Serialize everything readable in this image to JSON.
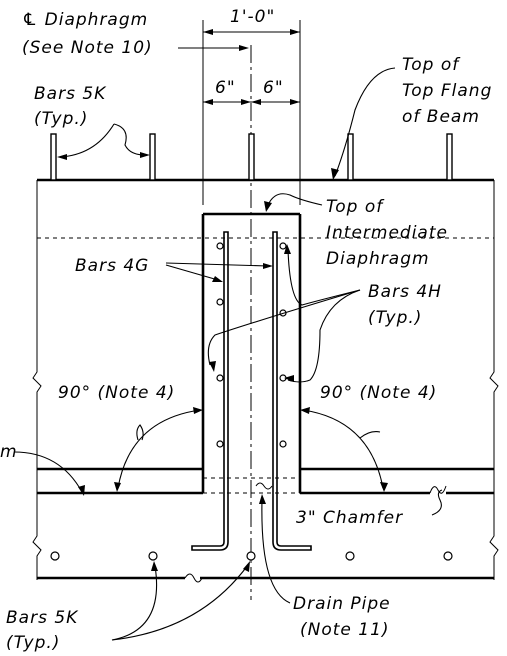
{
  "labels": {
    "cl_diaphragm": "℄ Diaphragm",
    "see_note_10": "(See Note 10)",
    "dim_overall": "1'-0\"",
    "dim_left": "6\"",
    "dim_right": "6\"",
    "top_of_top_flange_1": "Top of",
    "top_of_top_flange_2": "Top Flang",
    "top_of_top_flange_3": "of Beam",
    "bars_5k_top_1": "Bars 5K",
    "bars_5k_top_2": "(Typ.)",
    "top_of_diaphragm_1": "Top of",
    "top_of_diaphragm_2": "Intermediate",
    "top_of_diaphragm_3": "Diaphragm",
    "bars_4g": "Bars 4G",
    "bars_4h_1": "Bars 4H",
    "bars_4h_2": "(Typ.)",
    "angle_left": "90° (Note 4)",
    "angle_right": "90° (Note 4)",
    "left_cut": "m",
    "chamfer": "3\" Chamfer",
    "bars_5k_bot_1": "Bars 5K",
    "bars_5k_bot_2": "(Typ.)",
    "drain_pipe_1": "Drain Pipe",
    "drain_pipe_2": "(Note 11)"
  }
}
